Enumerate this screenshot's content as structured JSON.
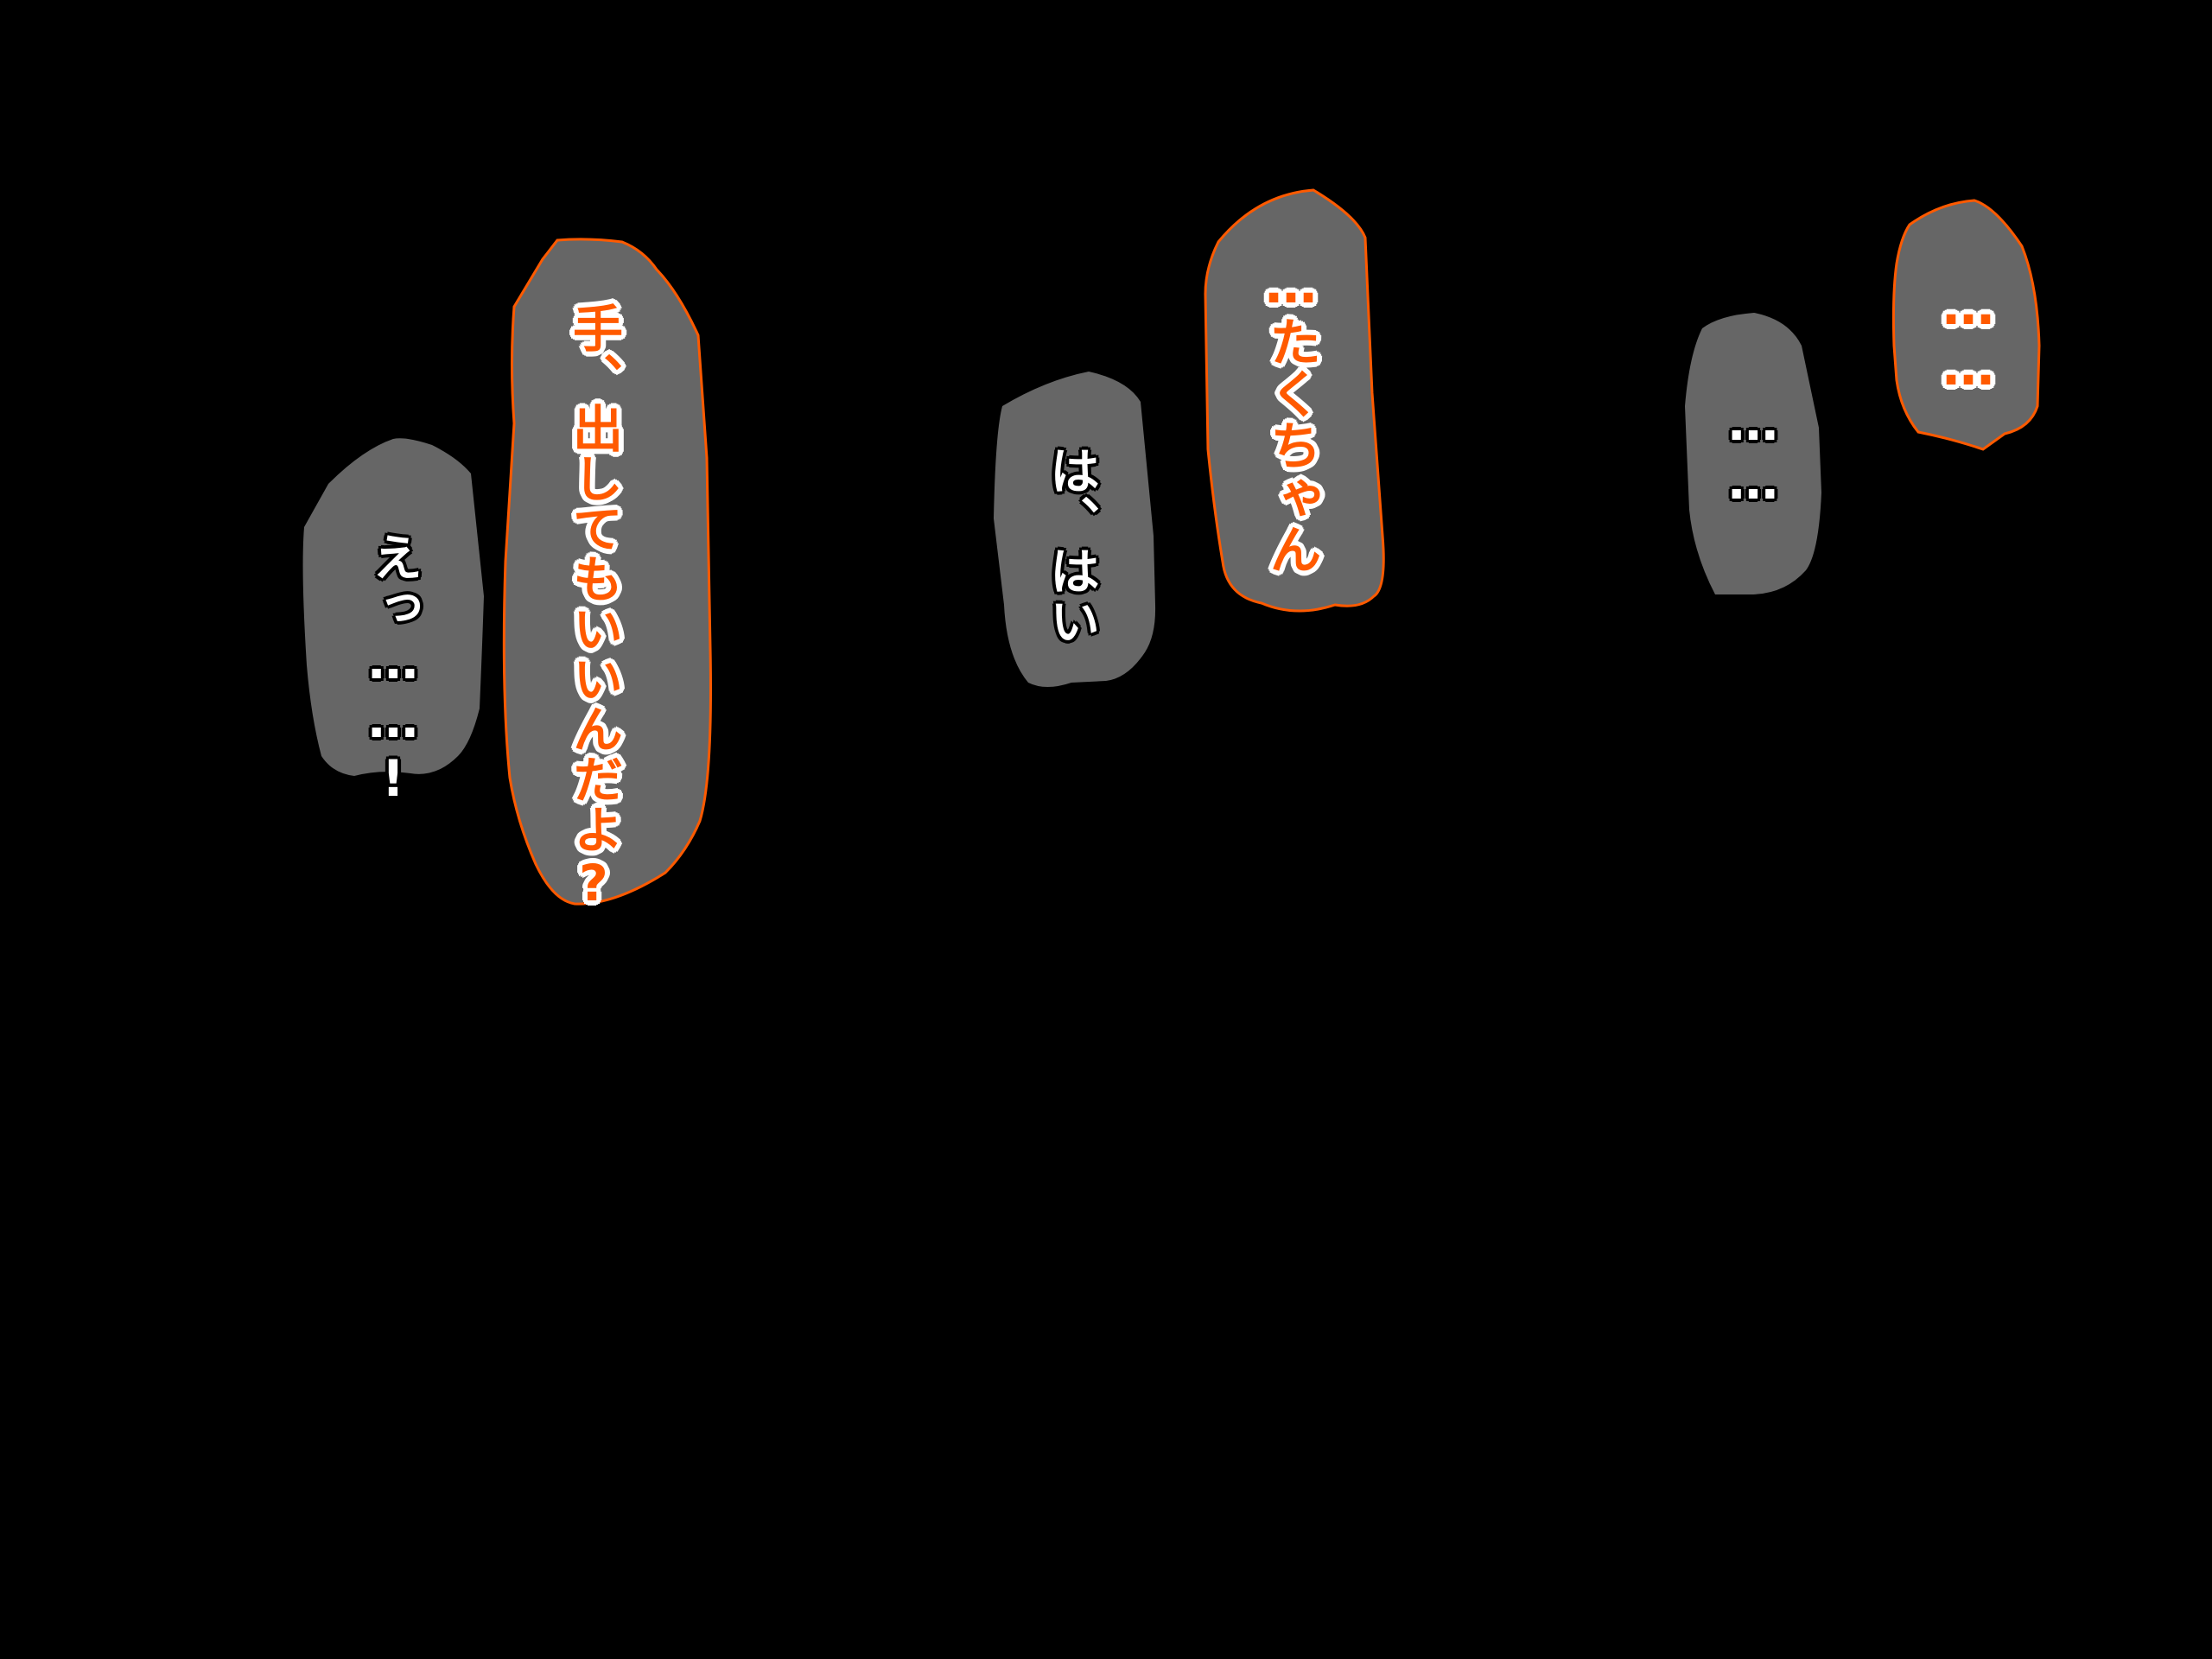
{
  "colors": {
    "background": "#000000",
    "bubble_fill": "#666666",
    "bubble_outline": "#ff5a00",
    "text_normal": "#ffffff",
    "text_emphasis": "#ff5a00"
  },
  "bubbles": [
    {
      "text": "えっ……!",
      "style": "normal"
    },
    {
      "text": "手、出してもいいんだよ?",
      "style": "emphasis"
    },
    {
      "text": "は、はい",
      "style": "normal"
    },
    {
      "text": "…たくちゃん",
      "style": "emphasis"
    },
    {
      "text": "……",
      "style": "normal"
    },
    {
      "text": "……",
      "style": "emphasis"
    }
  ]
}
